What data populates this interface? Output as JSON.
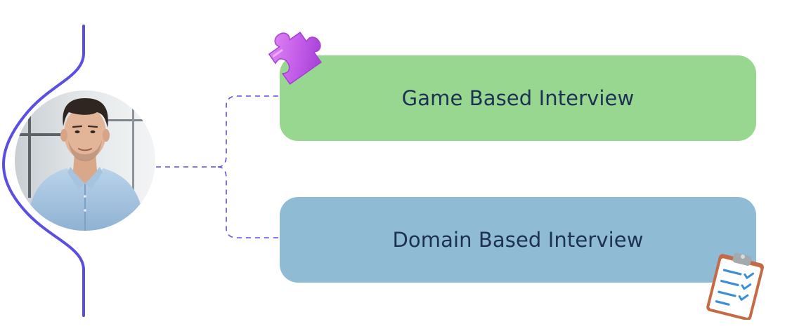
{
  "nodes": {
    "person": {
      "icon": "person-avatar-photo"
    },
    "game": {
      "label": "Game Based Interview",
      "color": "#97d78f",
      "icon": "puzzle-piece-icon"
    },
    "domain": {
      "label": "Domain Based Interview",
      "color": "#8fbbd5",
      "icon": "clipboard-checklist-icon"
    }
  },
  "colors": {
    "accent_line": "#5a4ee3",
    "connector": "#5a4ee3",
    "text": "#1d3152"
  }
}
